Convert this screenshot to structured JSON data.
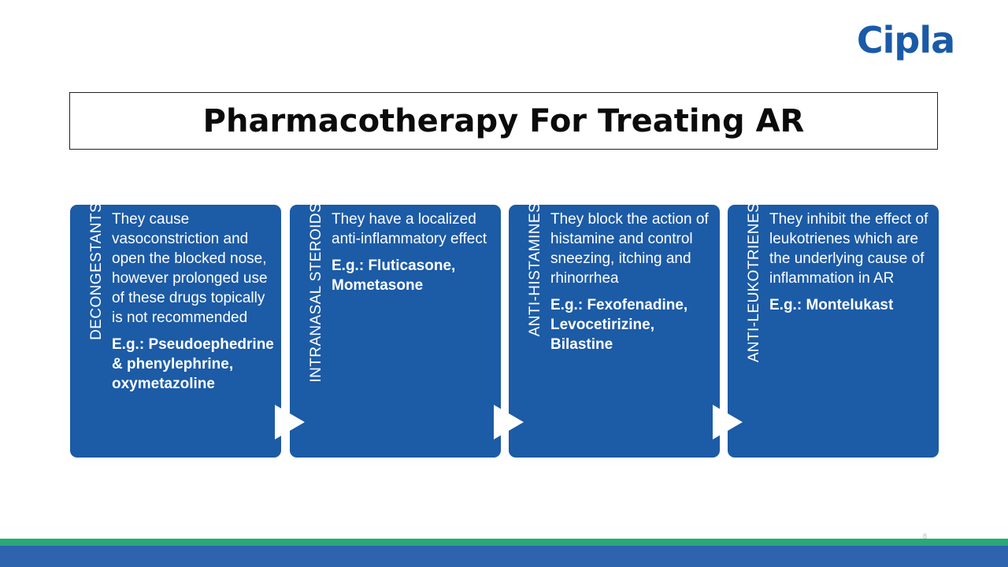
{
  "brand": {
    "name": "Cipla",
    "color": "#1a5aa8"
  },
  "slide": {
    "title": "Pharmacotherapy For Treating AR",
    "page_number": "8"
  },
  "colors": {
    "card": "#1c5ba6",
    "footer_green": "#2aa879",
    "footer_blue": "#2e63ae"
  },
  "cards": [
    {
      "label": "DECONGESTANTS",
      "description": "They cause vasoconstriction and open the blocked nose, however prolonged use of these drugs topically is not recommended",
      "example": "E.g.: Pseudoephedrine & phenylephrine, oxymetazoline"
    },
    {
      "label": "INTRANASAL STEROIDS",
      "description": "They have a localized anti-inflammatory effect",
      "example": "E.g.: Fluticasone, Mometasone"
    },
    {
      "label": "ANTI-HISTAMINES",
      "description": "They block the action of histamine and control sneezing, itching and rhinorrhea",
      "example": "E.g.: Fexofenadine, Levocetirizine, Bilastine"
    },
    {
      "label": "ANTI-LEUKOTRIENES",
      "description": "They inhibit the effect of leukotrienes which are the underlying cause of inflammation in AR",
      "example": "E.g.: Montelukast"
    }
  ]
}
